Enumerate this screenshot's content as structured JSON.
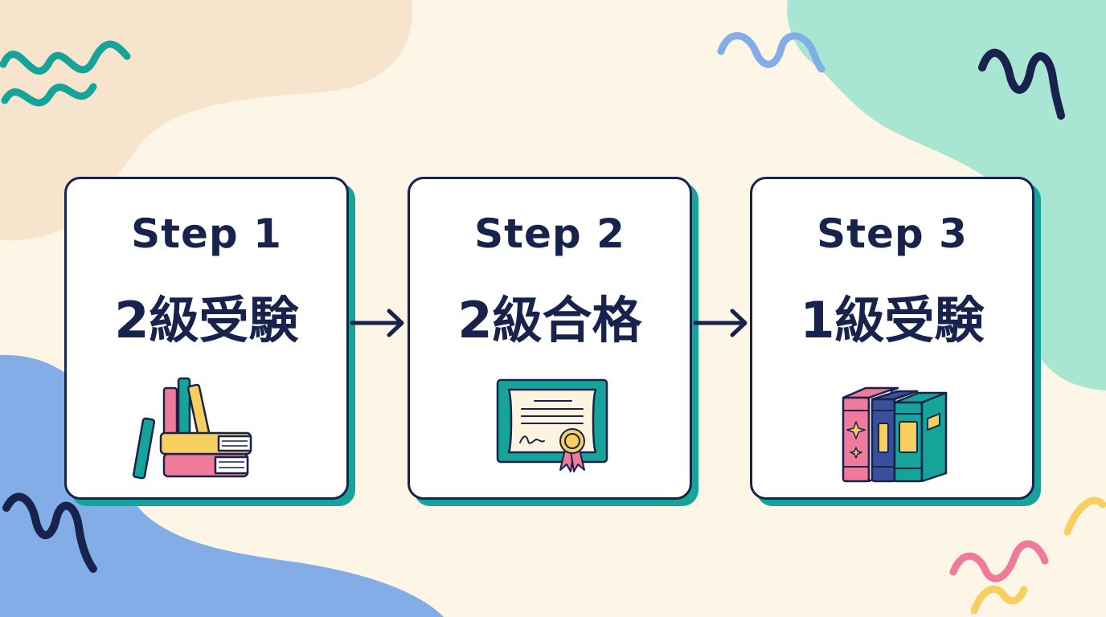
{
  "colors": {
    "background": "#fdf5e6",
    "ink": "#17224d",
    "teal": "#15a39a",
    "mint": "#a8e5d2",
    "blue": "#83ade6",
    "pink": "#ef7a9a",
    "yellow": "#f7cf5f"
  },
  "steps": [
    {
      "title": "Step 1",
      "label": "2級受験",
      "icon": "book-stack-icon"
    },
    {
      "title": "Step 2",
      "label": "2級合格",
      "icon": "certificate-icon"
    },
    {
      "title": "Step 3",
      "label": "1級受験",
      "icon": "standing-books-icon"
    }
  ],
  "connectors": [
    {
      "from": "Step 1",
      "to": "Step 2",
      "icon": "arrow-right-icon"
    },
    {
      "from": "Step 2",
      "to": "Step 3",
      "icon": "arrow-right-icon"
    }
  ]
}
